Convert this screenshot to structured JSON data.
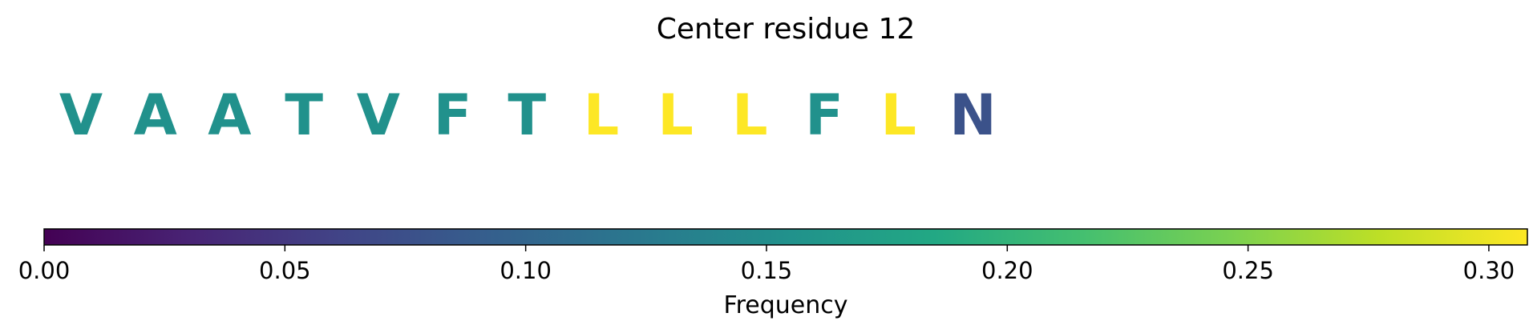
{
  "chart_data": {
    "type": "heatmap",
    "title": "Center residue 12",
    "residues": [
      {
        "letter": "V",
        "frequency": 0.154
      },
      {
        "letter": "A",
        "frequency": 0.154
      },
      {
        "letter": "A",
        "frequency": 0.154
      },
      {
        "letter": "T",
        "frequency": 0.154
      },
      {
        "letter": "V",
        "frequency": 0.154
      },
      {
        "letter": "F",
        "frequency": 0.154
      },
      {
        "letter": "T",
        "frequency": 0.154
      },
      {
        "letter": "L",
        "frequency": 0.308
      },
      {
        "letter": "L",
        "frequency": 0.308
      },
      {
        "letter": "L",
        "frequency": 0.308
      },
      {
        "letter": "F",
        "frequency": 0.154
      },
      {
        "letter": "L",
        "frequency": 0.308
      },
      {
        "letter": "N",
        "frequency": 0.077
      }
    ],
    "colorbar": {
      "label": "Frequency",
      "colormap": "viridis",
      "range": [
        0,
        0.308
      ],
      "ticks": [
        "0.00",
        "0.05",
        "0.10",
        "0.15",
        "0.20",
        "0.25",
        "0.30"
      ],
      "tick_values": [
        0,
        0.05,
        0.1,
        0.15,
        0.2,
        0.25,
        0.3
      ]
    }
  }
}
